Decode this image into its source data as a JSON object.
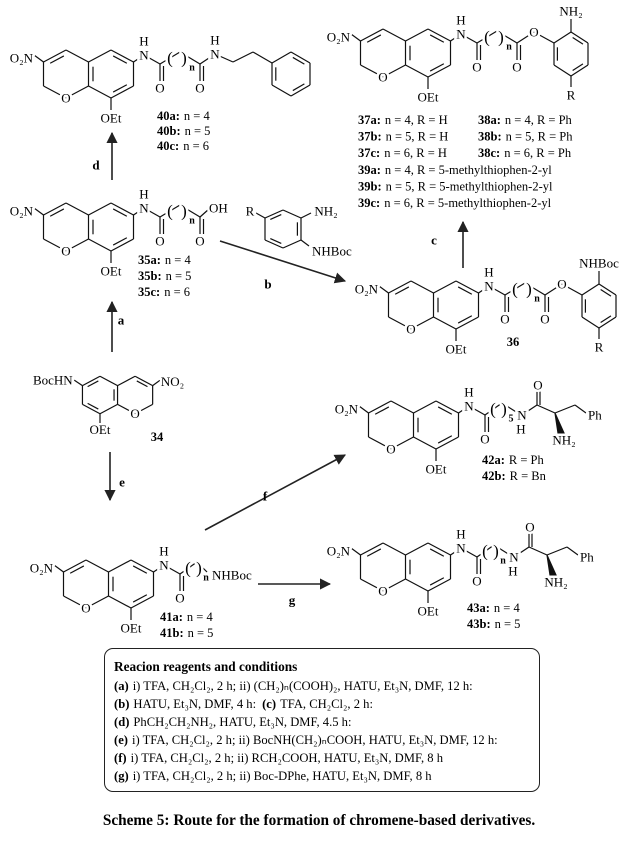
{
  "atoms": {
    "o2n": "O₂N",
    "no2": "NO₂",
    "oet": "OEt",
    "o": "O",
    "h": "H",
    "n": "N",
    "nh2": "NH₂",
    "nhboc": "NHBoc",
    "bochn": "BocHN",
    "oh": "OH",
    "r": "R",
    "ph": "Ph",
    "sub_n": "n",
    "sub_5": "5",
    "paren_open": "(",
    "paren_close": ")"
  },
  "compounds": {
    "c34": "34",
    "c36": "36",
    "c40": [
      {
        "id": "40a:",
        "desc": "n = 4"
      },
      {
        "id": "40b:",
        "desc": "n = 5"
      },
      {
        "id": "40c:",
        "desc": "n = 6"
      }
    ],
    "c35": [
      {
        "id": "35a:",
        "desc": "n = 4"
      },
      {
        "id": "35b:",
        "desc": "n = 5"
      },
      {
        "id": "35c:",
        "desc": "n = 6"
      }
    ],
    "c37": [
      {
        "id": "37a:",
        "desc": "n = 4, R = H"
      },
      {
        "id": "37b:",
        "desc": "n = 5, R = H"
      },
      {
        "id": "37c:",
        "desc": "n = 6, R = H"
      }
    ],
    "c38": [
      {
        "id": "38a:",
        "desc": "n = 4, R = Ph"
      },
      {
        "id": "38b:",
        "desc": "n = 5, R = Ph"
      },
      {
        "id": "38c:",
        "desc": "n = 6, R = Ph"
      }
    ],
    "c39": [
      {
        "id": "39a:",
        "desc": "n = 4, R = 5-methylthiophen-2-yl"
      },
      {
        "id": "39b:",
        "desc": "n = 5, R = 5-methylthiophen-2-yl"
      },
      {
        "id": "39c:",
        "desc": "n = 6, R = 5-methylthiophen-2-yl"
      }
    ],
    "c41": [
      {
        "id": "41a:",
        "desc": "n = 4"
      },
      {
        "id": "41b:",
        "desc": "n = 5"
      }
    ],
    "c42": [
      {
        "id": "42a:",
        "desc": "R = Ph"
      },
      {
        "id": "42b:",
        "desc": "R = Bn"
      }
    ],
    "c43": [
      {
        "id": "43a:",
        "desc": "n = 4"
      },
      {
        "id": "43b:",
        "desc": "n = 5"
      }
    ]
  },
  "arrows": {
    "a": "a",
    "b": "b",
    "c": "c",
    "d": "d",
    "e": "e",
    "f": "f",
    "g": "g"
  },
  "conditions": {
    "title": "Reacion reagents and conditions",
    "lines": [
      [
        {
          "label": "(a)",
          "text": "i) TFA, CH₂Cl₂, 2 h; ii) (CH₂)ₙ(COOH)₂, HATU, Et₃N, DMF, 12 h:"
        }
      ],
      [
        {
          "label": "(b)",
          "text": "HATU, Et₃N, DMF, 4 h:"
        },
        {
          "label": "(c)",
          "text": "TFA, CH₂Cl₂, 2 h:"
        }
      ],
      [
        {
          "label": "(d)",
          "text": "PhCH₂CH₂NH₂, HATU, Et₃N, DMF, 4.5 h:"
        }
      ],
      [
        {
          "label": "(e)",
          "text": "i) TFA, CH₂Cl₂, 2 h; ii) BocNH(CH₂)ₙCOOH,  HATU, Et₃N, DMF, 12 h:"
        }
      ],
      [
        {
          "label": "(f)",
          "text": "i) TFA, CH₂Cl₂, 2 h; ii) RCH₂COOH,  HATU, Et₃N, DMF, 8 h"
        }
      ],
      [
        {
          "label": "(g)",
          "text": "i) TFA, CH₂Cl₂, 2 h;  ii) Boc-DPhe,  HATU, Et₃N, DMF, 8 h"
        }
      ]
    ]
  },
  "caption": "Scheme 5: Route for the formation of chromene-based derivatives."
}
